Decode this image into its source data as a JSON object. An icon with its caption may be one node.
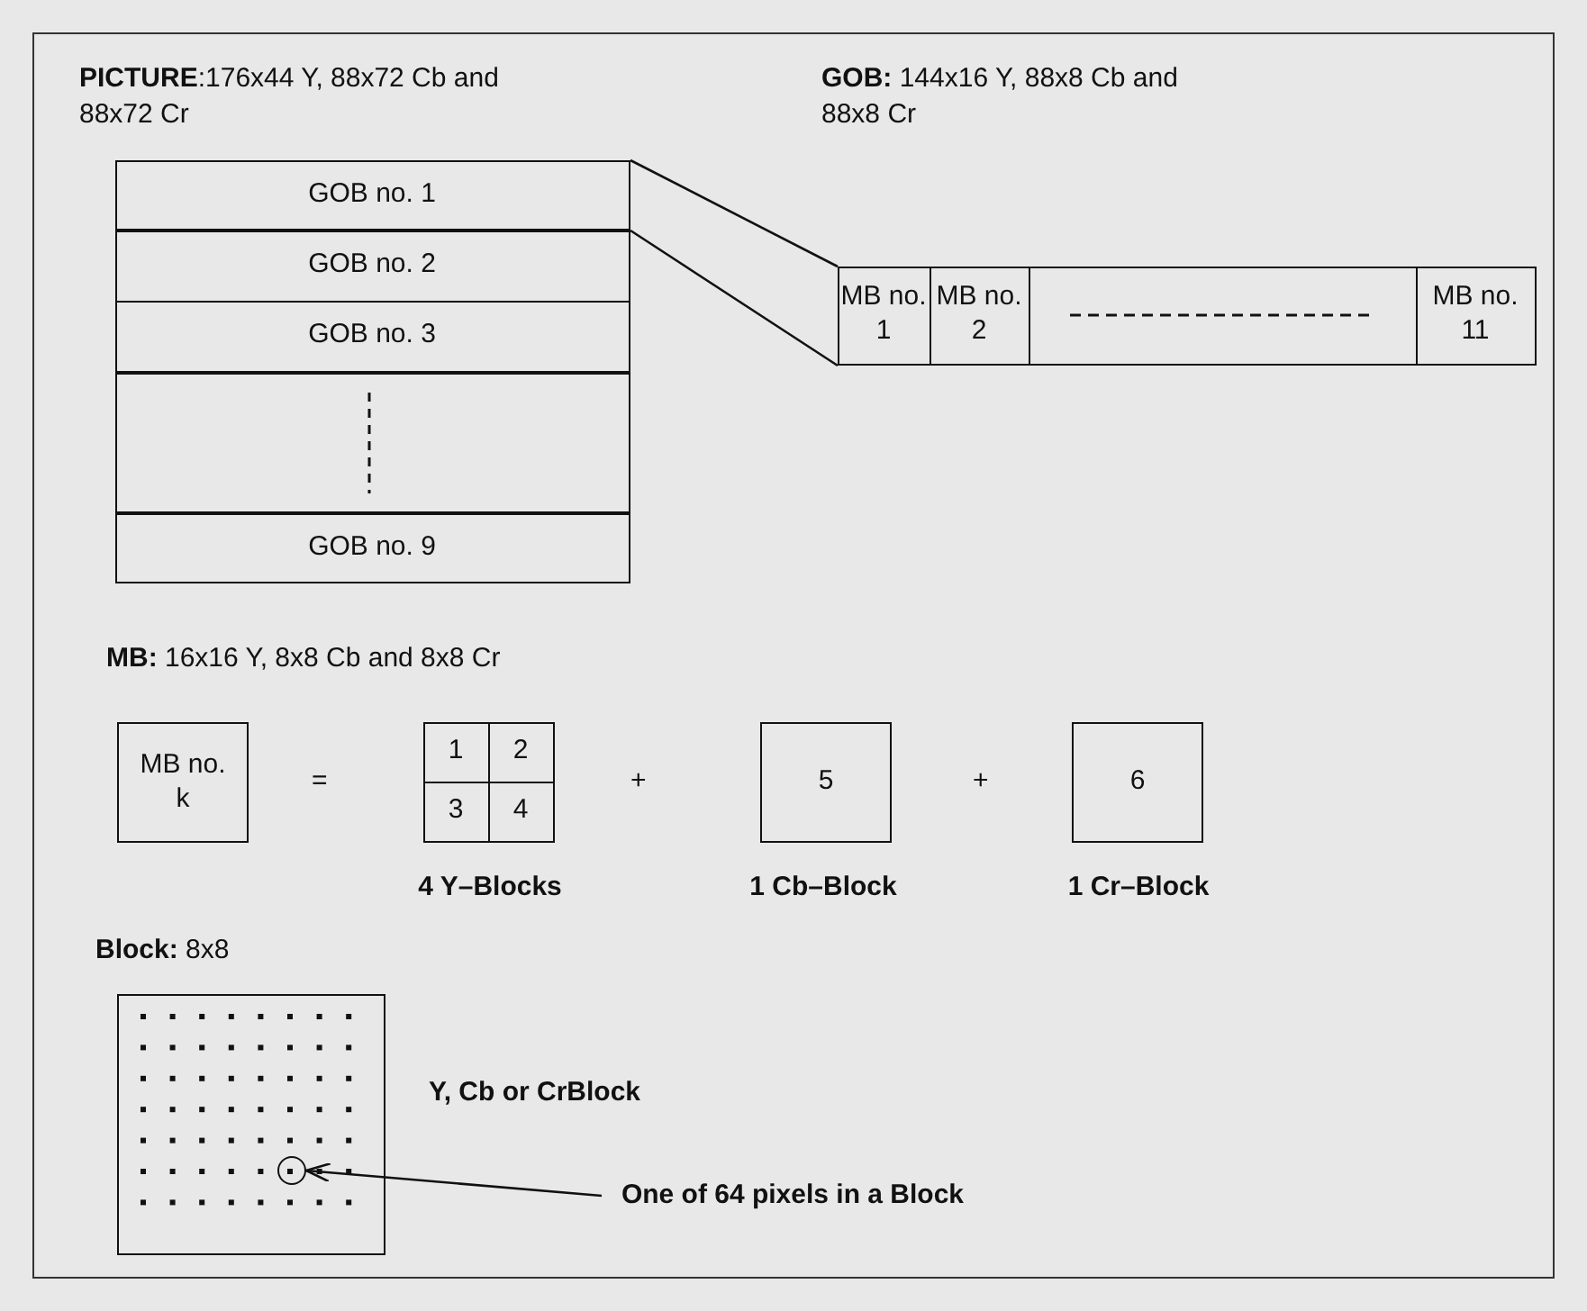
{
  "diagram": {
    "nodes": [
      {
        "text": [],
        "shape": "box"
      },
      {
        "text": [
          "GOB no. 1"
        ],
        "in": 0
      },
      {
        "text": [
          "GOB no. 2"
        ],
        "in": 0
      },
      {
        "text": [
          "GOB no. 3"
        ],
        "in": 0
      },
      {
        "text": [],
        "shape": "box",
        "in": 0
      },
      {
        "text": [
          "GOB no. 9"
        ],
        "in": 0
      },
      {
        "text": [],
        "shape": "box"
      },
      {
        "text": [
          "MB no. 1"
        ],
        "in": 6
      },
      {
        "text": [
          "MB no. 2"
        ],
        "in": 6
      },
      {
        "text": [],
        "shape": "box",
        "in": 6
      },
      {
        "text": [
          "MB no. 11"
        ],
        "in": 6
      },
      {
        "text": [
          "MB no. k"
        ]
      },
      {
        "text": [],
        "shape": "box",
        "beside": [
          "4 Y–Blocks"
        ]
      },
      {
        "text": [
          "1"
        ],
        "in": 12
      },
      {
        "text": [
          "2"
        ],
        "in": 12
      },
      {
        "text": [
          "3"
        ],
        "in": 12
      },
      {
        "text": [
          "4"
        ],
        "in": 12
      },
      {
        "text": [
          "5"
        ],
        "beside": [
          "1 Cb–Block"
        ]
      },
      {
        "text": [
          "6"
        ],
        "beside": [
          "1 Cr–Block"
        ]
      },
      {
        "text": [],
        "shape": "box",
        "beside": [
          "Y, Cb or CrBlock"
        ]
      },
      {
        "text": [],
        "shape": "circle",
        "in": 19
      },
      {
        "text": [
          "One of 64 pixels in a Block"
        ]
      }
    ],
    "edges": [
      {
        "from": 1,
        "to": 6,
        "arrow": "none"
      },
      {
        "from": 1,
        "to": 6,
        "arrow": "none"
      },
      {
        "from": 21,
        "to": 20,
        "arrow": "to"
      }
    ],
    "labels": [
      "**PICTURE**:176x44 Y, 88x72 Cb and 88x72 Cr",
      "**GOB:** 144x16 Y, 88x8 Cb and 88x8 Cr",
      "**MB:** 16x16 Y, 8x8 Cb and 8x8 Cr",
      "=",
      "+",
      "+",
      "**Block:** 8x8"
    ]
  }
}
